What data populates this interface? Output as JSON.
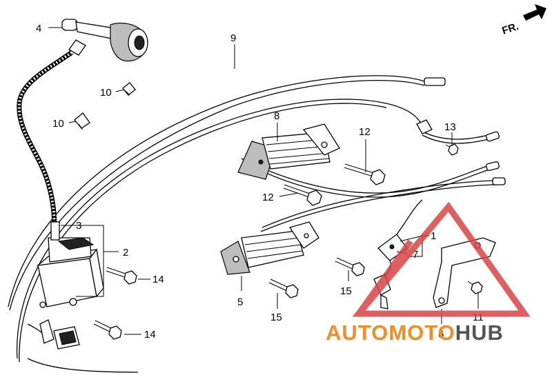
{
  "diagram": {
    "direction_label": "FR.",
    "callouts": [
      {
        "id": "c1",
        "label": "1"
      },
      {
        "id": "c2",
        "label": "2"
      },
      {
        "id": "c3",
        "label": "3"
      },
      {
        "id": "c4",
        "label": "4"
      },
      {
        "id": "c5",
        "label": "5"
      },
      {
        "id": "c6",
        "label": "6"
      },
      {
        "id": "c7",
        "label": "7"
      },
      {
        "id": "c8",
        "label": "8"
      },
      {
        "id": "c9",
        "label": "9"
      },
      {
        "id": "c10a",
        "label": "10"
      },
      {
        "id": "c10b",
        "label": "10"
      },
      {
        "id": "c11",
        "label": "11"
      },
      {
        "id": "c12a",
        "label": "12"
      },
      {
        "id": "c12b",
        "label": "12"
      },
      {
        "id": "c13",
        "label": "13"
      },
      {
        "id": "c14a",
        "label": "14"
      },
      {
        "id": "c14b",
        "label": "14"
      },
      {
        "id": "c15a",
        "label": "15"
      },
      {
        "id": "c15b",
        "label": "15"
      }
    ]
  },
  "watermark": {
    "part1": "AUTOMOTO",
    "part2": "HUB",
    "color_primary": "#f28c28",
    "color_secondary": "#555555",
    "triangle_color": "#d64545"
  }
}
